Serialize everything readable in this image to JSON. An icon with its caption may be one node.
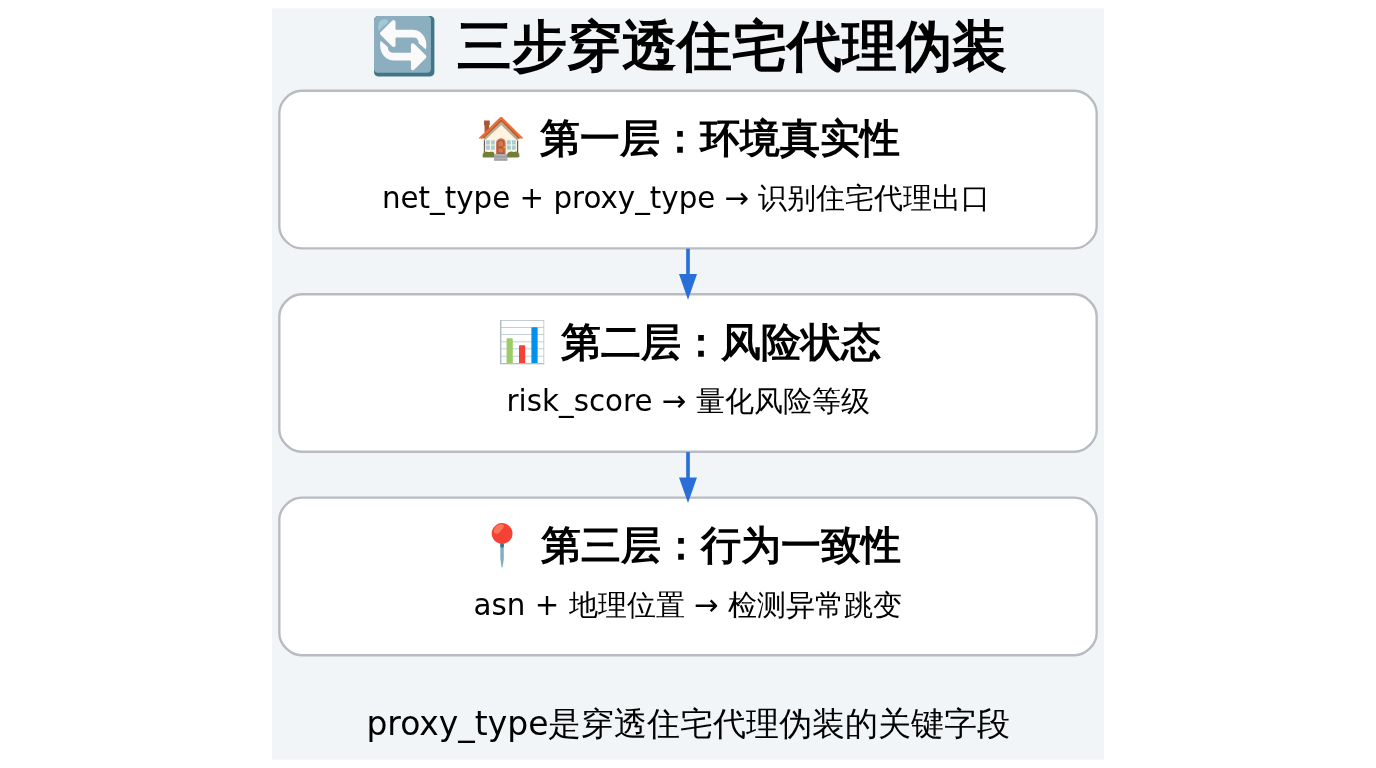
{
  "diagram": {
    "title": "🔄 三步穿透住宅代理伪装",
    "nodes": [
      {
        "text": [
          "🏠 第一层：环境真实性",
          "net_type + proxy_type → 识别住宅代理出口"
        ]
      },
      {
        "text": [
          "📊 第二层：风险状态",
          "risk_score → 量化风险等级"
        ]
      },
      {
        "text": [
          "📍 第三层：行为一致性",
          "asn + 地理位置 → 检测异常跳变"
        ]
      }
    ],
    "edges": [
      {
        "from": 0,
        "to": 1,
        "arrow": "to"
      },
      {
        "from": 1,
        "to": 2,
        "arrow": "to"
      }
    ],
    "caption": "proxy_type是穿透住宅代理伪装的关键字段"
  }
}
